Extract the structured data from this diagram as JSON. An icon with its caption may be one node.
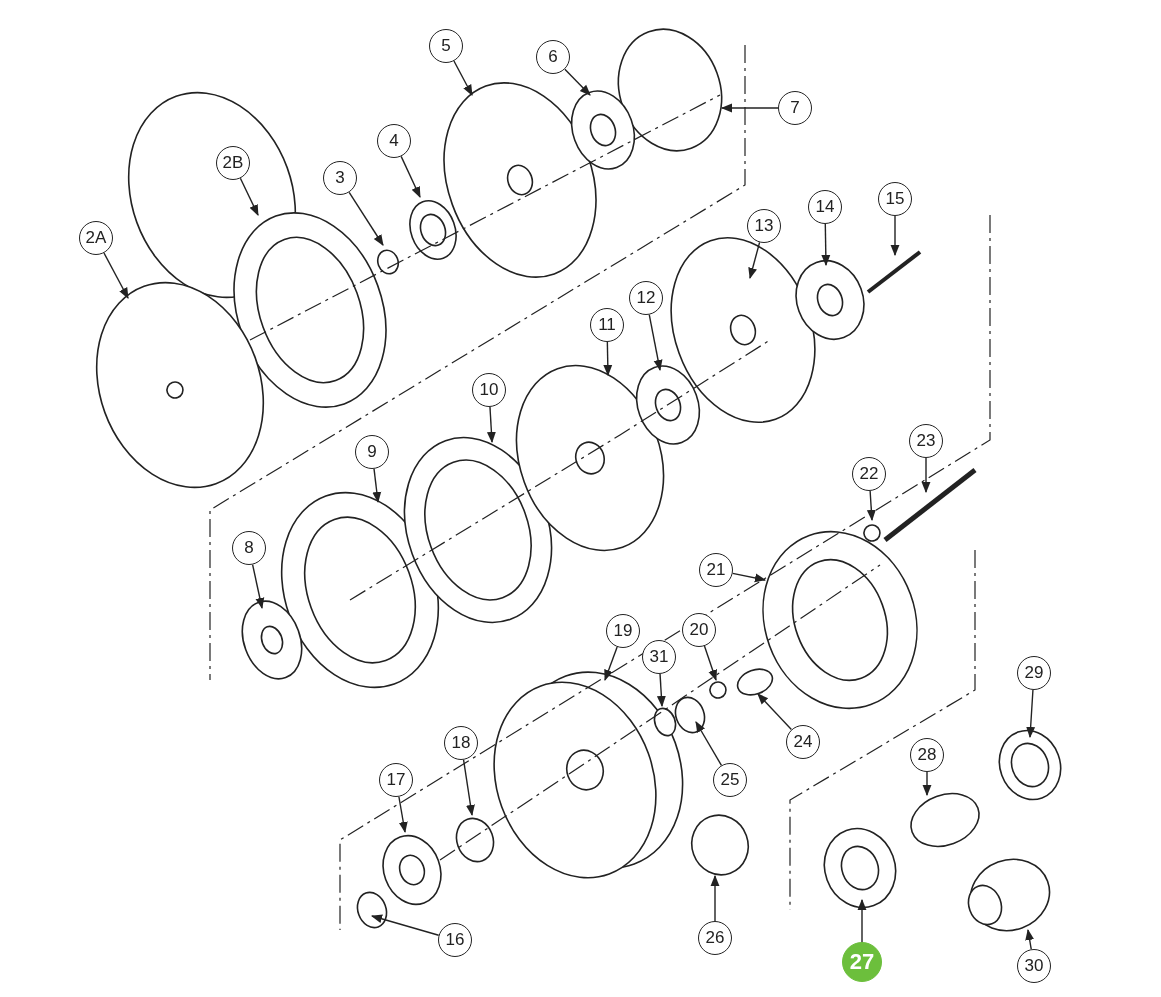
{
  "diagram": {
    "nodes": [
      {
        "text": [
          "2A"
        ]
      },
      {
        "text": [
          "2B"
        ]
      },
      {
        "text": [
          "3"
        ]
      },
      {
        "text": [
          "4"
        ]
      },
      {
        "text": [
          "5"
        ]
      },
      {
        "text": [
          "6"
        ]
      },
      {
        "text": [
          "7"
        ]
      },
      {
        "text": [
          "8"
        ]
      },
      {
        "text": [
          "9"
        ]
      },
      {
        "text": [
          "10"
        ]
      },
      {
        "text": [
          "11"
        ]
      },
      {
        "text": [
          "12"
        ]
      },
      {
        "text": [
          "13"
        ]
      },
      {
        "text": [
          "14"
        ]
      },
      {
        "text": [
          "15"
        ]
      },
      {
        "text": [
          "16"
        ]
      },
      {
        "text": [
          "17"
        ]
      },
      {
        "text": [
          "18"
        ]
      },
      {
        "text": [
          "19"
        ]
      },
      {
        "text": [
          "20"
        ]
      },
      {
        "text": [
          "21"
        ]
      },
      {
        "text": [
          "22"
        ]
      },
      {
        "text": [
          "23"
        ]
      },
      {
        "text": [
          "24"
        ]
      },
      {
        "text": [
          "25"
        ]
      },
      {
        "text": [
          "26"
        ]
      },
      {
        "text": [
          "27"
        ]
      },
      {
        "text": [
          "28"
        ]
      },
      {
        "text": [
          "29"
        ]
      },
      {
        "text": [
          "30"
        ]
      },
      {
        "text": [
          "31"
        ]
      }
    ],
    "edges": [
      {
        "from": 0,
        "to": null,
        "arrow": "to"
      },
      {
        "from": 1,
        "to": null,
        "arrow": "to"
      },
      {
        "from": 2,
        "to": null,
        "arrow": "to"
      },
      {
        "from": 3,
        "to": null,
        "arrow": "to"
      },
      {
        "from": 4,
        "to": null,
        "arrow": "to"
      },
      {
        "from": 5,
        "to": null,
        "arrow": "to"
      },
      {
        "from": 6,
        "to": null,
        "arrow": "to"
      },
      {
        "from": 7,
        "to": null,
        "arrow": "to"
      },
      {
        "from": 8,
        "to": null,
        "arrow": "to"
      },
      {
        "from": 9,
        "to": null,
        "arrow": "to"
      },
      {
        "from": 10,
        "to": null,
        "arrow": "to"
      },
      {
        "from": 11,
        "to": null,
        "arrow": "to"
      },
      {
        "from": 12,
        "to": null,
        "arrow": "to"
      },
      {
        "from": 13,
        "to": null,
        "arrow": "to"
      },
      {
        "from": 14,
        "to": null,
        "arrow": "to"
      },
      {
        "from": 15,
        "to": null,
        "arrow": "to"
      },
      {
        "from": 16,
        "to": null,
        "arrow": "to"
      },
      {
        "from": 17,
        "to": null,
        "arrow": "to"
      },
      {
        "from": 18,
        "to": null,
        "arrow": "to"
      },
      {
        "from": 19,
        "to": null,
        "arrow": "to"
      },
      {
        "from": 20,
        "to": null,
        "arrow": "to"
      },
      {
        "from": 21,
        "to": null,
        "arrow": "to"
      },
      {
        "from": 22,
        "to": null,
        "arrow": "to"
      },
      {
        "from": 23,
        "to": null,
        "arrow": "to"
      },
      {
        "from": 24,
        "to": null,
        "arrow": "to"
      },
      {
        "from": 25,
        "to": null,
        "arrow": "to"
      },
      {
        "from": 26,
        "to": null,
        "arrow": "to"
      },
      {
        "from": 27,
        "to": null,
        "arrow": "to"
      },
      {
        "from": 28,
        "to": null,
        "arrow": "to"
      },
      {
        "from": 29,
        "to": null,
        "arrow": "to"
      },
      {
        "from": 30,
        "to": null,
        "arrow": "to"
      }
    ]
  }
}
